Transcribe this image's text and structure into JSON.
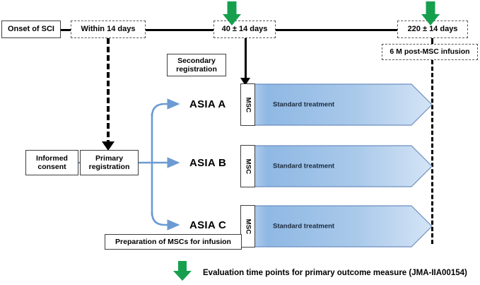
{
  "timeline": {
    "onset": "Onset of SCI",
    "within": "Within 14 days",
    "t40": "40 ± 14 days",
    "t220": "220 ± 14 days",
    "post": "6 M post-MSC infusion"
  },
  "registration": {
    "informed_consent": "Informed\nconsent",
    "informed_consent_line1": "Informed",
    "informed_consent_line2": "consent",
    "primary_line1": "Primary",
    "primary_line2": "registration",
    "secondary_line1": "Secondary",
    "secondary_line2": "registration"
  },
  "arms": [
    {
      "name": "ASIA A",
      "msc": "MSC",
      "treatment": "Standard treatment"
    },
    {
      "name": "ASIA B",
      "msc": "MSC",
      "treatment": "Standard treatment"
    },
    {
      "name": "ASIA C",
      "msc": "MSC",
      "treatment": "Standard treatment"
    }
  ],
  "preparation": "Preparation of MSCs for infusion",
  "legend": {
    "text": "Evaluation time points for primary outcome measure (JMA-IIA00154)",
    "marker": "green-down-arrow"
  },
  "colors": {
    "green_arrow": "#16a04d",
    "blue_arrow": "#6b9bd2",
    "bar_blue": "#8fb8e4",
    "line_black": "#000000"
  }
}
